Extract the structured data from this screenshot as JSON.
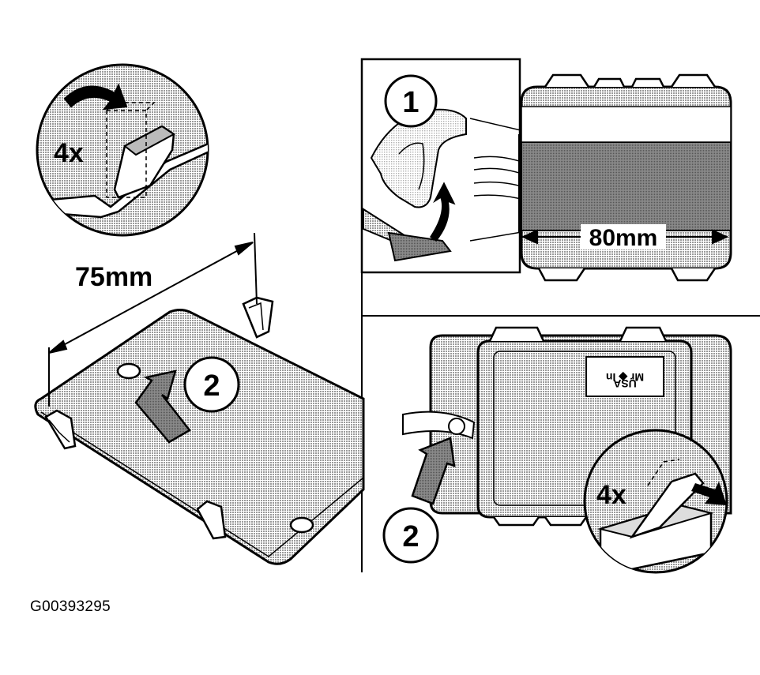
{
  "figure_code": "G00393295",
  "detail_top_left": {
    "count_label": "4x"
  },
  "left_panel": {
    "dimension_label": "75mm",
    "step_label": "2"
  },
  "right_top_panel": {
    "step_label": "1",
    "dimension_label": "80mm"
  },
  "right_bottom_panel": {
    "step_label": "2",
    "count_label": "4x",
    "module_text_line1": "Mr ◆ In",
    "module_text_line2": "USA"
  },
  "colors": {
    "ink": "#000000",
    "shading": "#cfcfcf",
    "background": "#ffffff"
  }
}
